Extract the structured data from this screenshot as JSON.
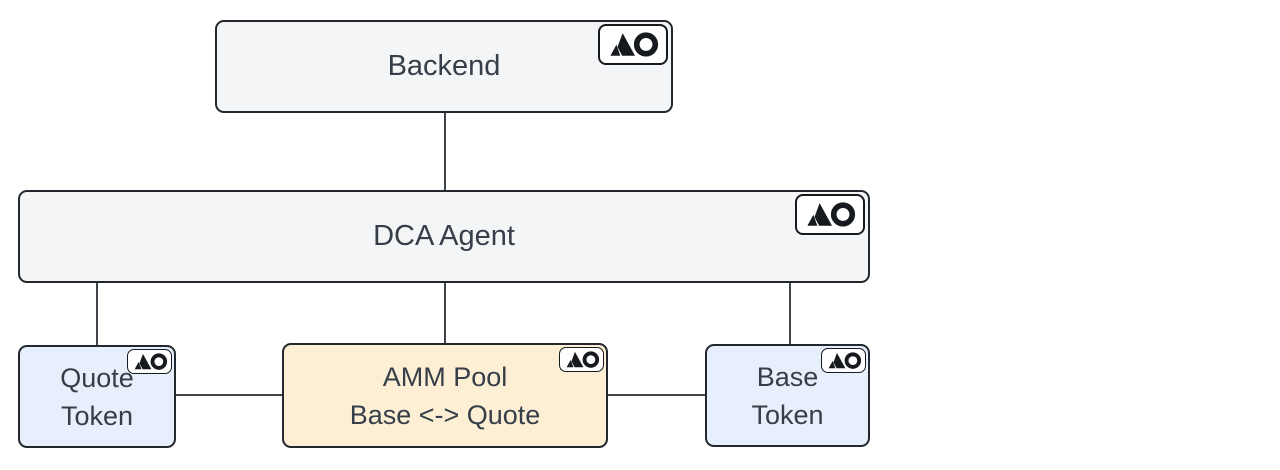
{
  "colors": {
    "background": "#ffffff",
    "node_border": "#23282e",
    "gray_fill": "#f4f5f6",
    "blue_fill": "#e7effc",
    "orange_fill": "#fdefd4",
    "text": "#363e49",
    "connector": "#3f444b",
    "badge_bg": "#ffffff",
    "badge_fg": "#16191d"
  },
  "nodes": {
    "backend": {
      "label": "Backend",
      "icon": "ao-logo"
    },
    "dca_agent": {
      "label": "DCA Agent",
      "icon": "ao-logo"
    },
    "quote_token": {
      "line1": "Quote",
      "line2": "Token",
      "icon": "ao-logo"
    },
    "amm_pool": {
      "line1": "AMM Pool",
      "line2": "Base <-> Quote",
      "icon": "ao-logo"
    },
    "base_token": {
      "line1": "Base",
      "line2": "Token",
      "icon": "ao-logo"
    }
  },
  "edges": [
    {
      "from": "backend",
      "to": "dca_agent"
    },
    {
      "from": "dca_agent",
      "to": "quote_token"
    },
    {
      "from": "dca_agent",
      "to": "amm_pool"
    },
    {
      "from": "dca_agent",
      "to": "base_token"
    },
    {
      "from": "quote_token",
      "to": "amm_pool"
    },
    {
      "from": "amm_pool",
      "to": "base_token"
    }
  ]
}
